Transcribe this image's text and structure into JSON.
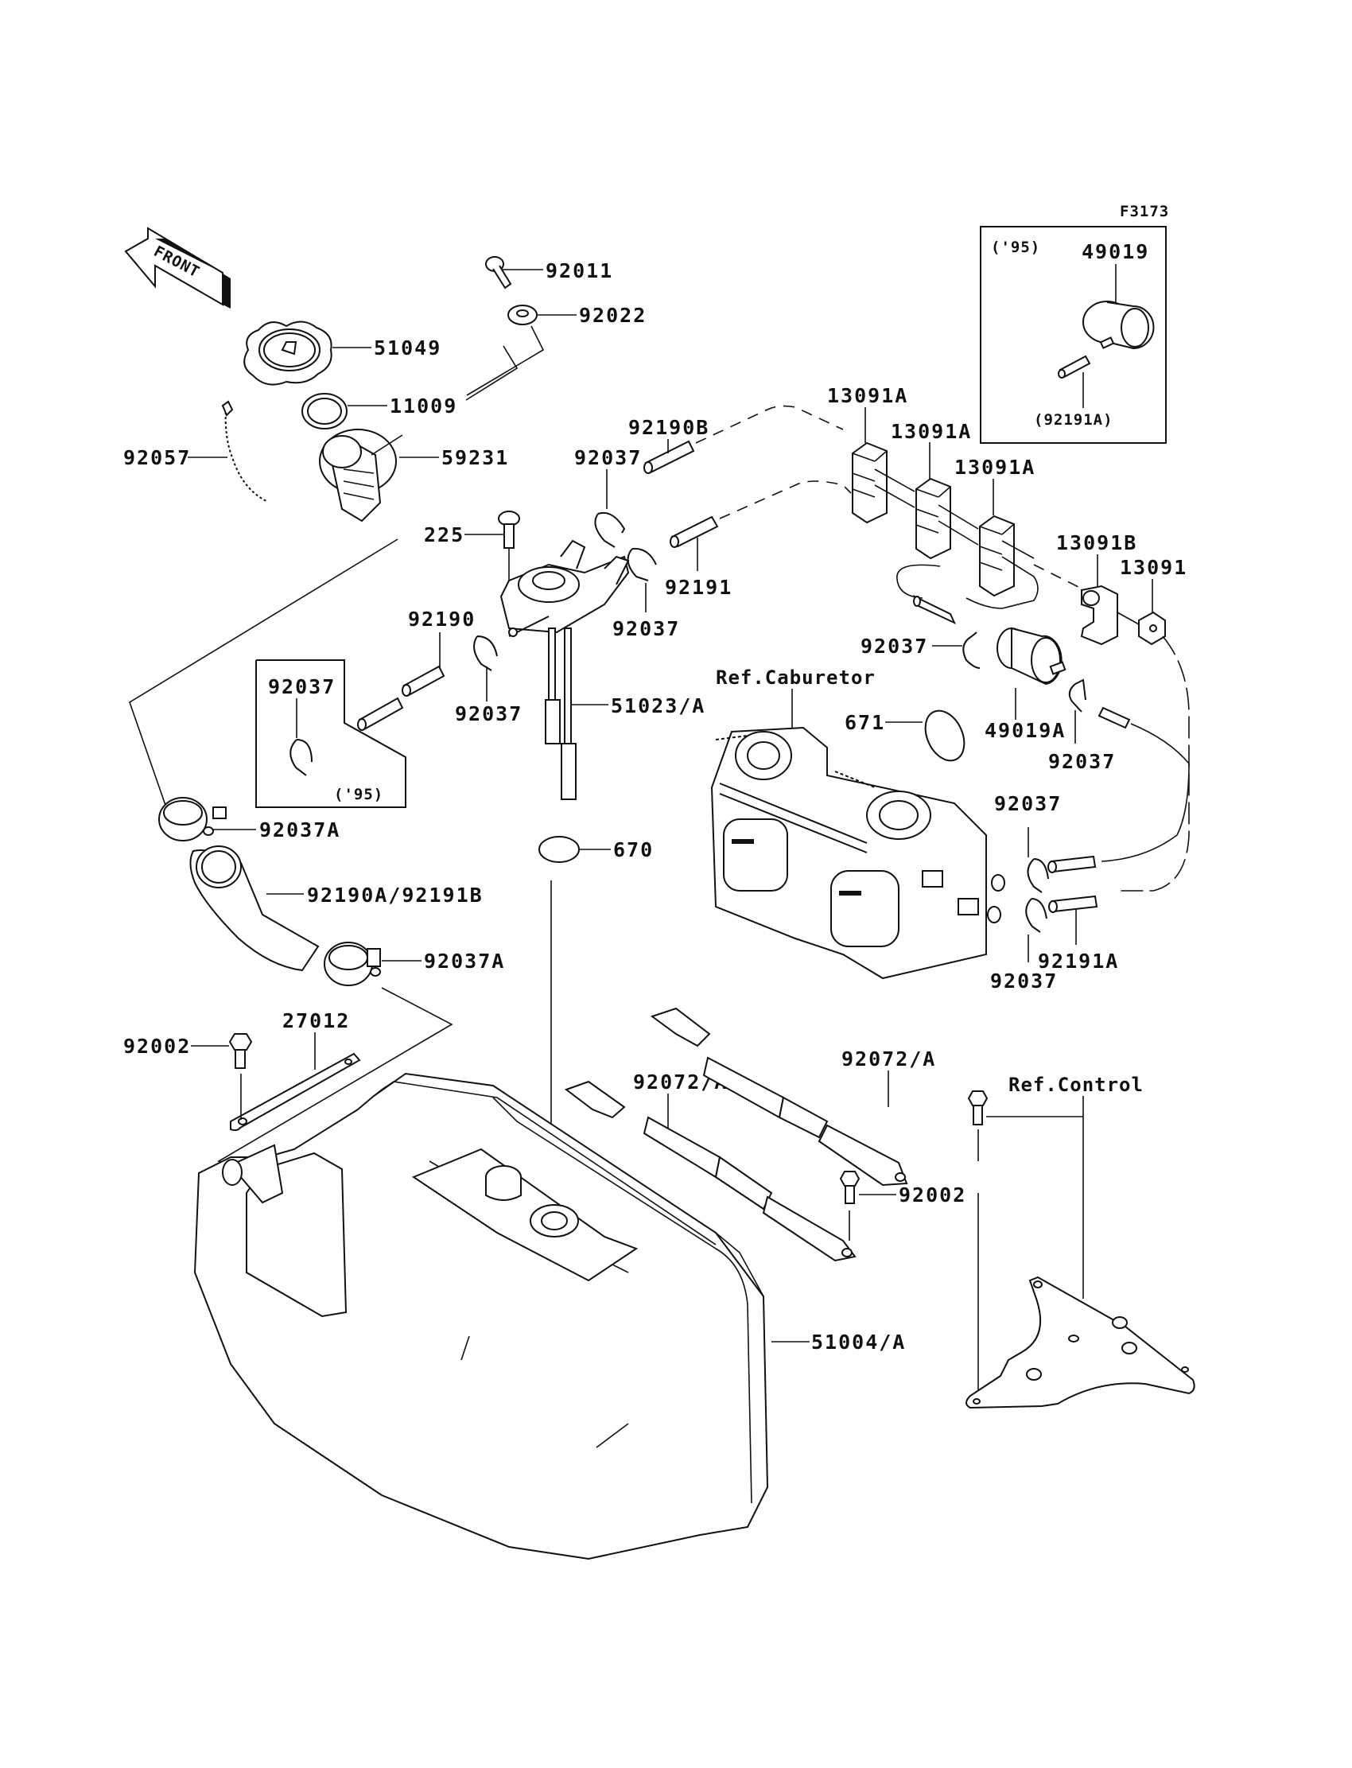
{
  "figure_id": "F3173",
  "direction_indicator": "FRONT",
  "callouts": {
    "fuel_cap": "51049",
    "gasket_11009": "11009",
    "filler_neck": "59231",
    "chain": "92057",
    "screw_92011": "92011",
    "washer_92022": "92022",
    "hose_92190B": "92190B",
    "clip_upper_left": "92037",
    "screw_225": "225",
    "hose_92191": "92191",
    "clip_valve_right": "92037",
    "clamp_a1": "13091A",
    "clamp_a2": "13091A",
    "clamp_a3": "13091A",
    "clamp_b": "13091B",
    "clamp_13091": "13091",
    "clip_filter_left": "92037",
    "filter_49019A": "49019A",
    "clip_filter_right": "92037",
    "oring_671": "671",
    "ref_carburetor": "Ref.Caburetor",
    "hose_92190": "92190",
    "clip_valve_left": "92037",
    "fuel_valve": "51023/A",
    "oring_670": "670",
    "hose_clamp_upper": "92037A",
    "filler_hose": "92190A/92191B",
    "hose_clamp_lower": "92037A",
    "clip_carb_upper": "92037",
    "hose_92191A": "92191A",
    "clip_carb_lower": "92037",
    "band_27012": "27012",
    "bolt_left": "92002",
    "strap_left": "92072/A",
    "strap_right": "92072/A",
    "ref_control": "Ref.Control",
    "bolt_right": "92002",
    "fuel_tank": "51004/A"
  },
  "inset_1995_filter": {
    "year_note": "('95)",
    "filter": "49019",
    "hose": "(92191A)"
  },
  "inset_1995_clip": {
    "clip": "92037",
    "year_note": "('95)"
  }
}
